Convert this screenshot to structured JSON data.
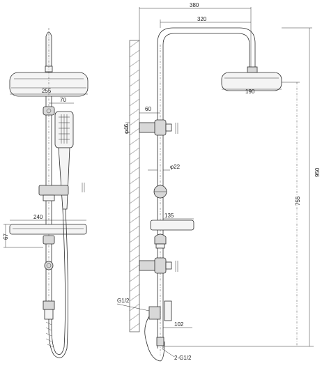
{
  "dimensions": {
    "front_head_width": "255",
    "front_hand_shower_width": "70",
    "front_shelf_width": "240",
    "front_shelf_height": "67",
    "side_total_reach": "380",
    "side_arm_reach": "320",
    "side_head_width": "190",
    "side_wall_offset": "60",
    "side_bracket_dia": "φ46",
    "side_pipe_dia": "φ22",
    "side_shelf_width": "135",
    "side_inlet_thread": "G1/2",
    "side_inlet_offset": "102",
    "side_hose_thread": "2-G1/2",
    "side_total_height": "950",
    "side_height_755": "755"
  }
}
